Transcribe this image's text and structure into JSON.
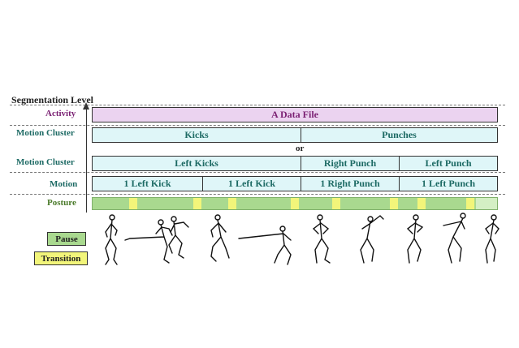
{
  "header": {
    "title": "Segmentation Level"
  },
  "levels": {
    "activity": "Activity",
    "motion_cluster_1": "Motion Cluster",
    "motion_cluster_2": "Motion Cluster",
    "motion": "Motion",
    "posture": "Posture"
  },
  "rows": {
    "activity": {
      "label": "A Data File"
    },
    "clusters_a": [
      "Kicks",
      "Punches"
    ],
    "or_label": "or",
    "clusters_b": [
      "Left Kicks",
      "Right Punch",
      "Left Punch"
    ],
    "motions": [
      "1 Left Kick",
      "1 Left Kick",
      "1 Right Punch",
      "1 Left Punch"
    ]
  },
  "legend": {
    "pause": "Pause",
    "transition": "Transition"
  },
  "colors": {
    "activity_fill": "#ebd3f0",
    "activity_text": "#7a1f72",
    "cluster_fill": "#dff6f8",
    "motion_text": "#1d6a64",
    "pause": "#a9d98f",
    "transition": "#f2f57a"
  }
}
